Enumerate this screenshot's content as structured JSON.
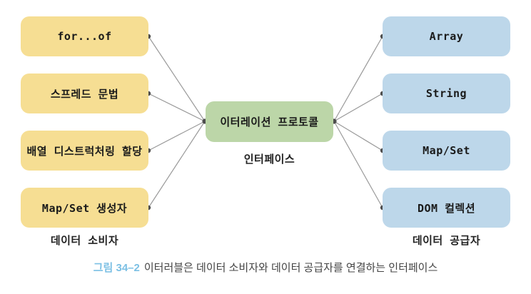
{
  "diagram": {
    "center_node": {
      "label": "이터레이션 프로토콜",
      "sublabel": "인터페이스"
    },
    "consumers": {
      "group_label": "데이터 소비자",
      "items": [
        {
          "label": "for...of"
        },
        {
          "label": "스프레드 문법"
        },
        {
          "label": "배열 디스트럭처링 할당"
        },
        {
          "label": "Map/Set 생성자"
        }
      ]
    },
    "providers": {
      "group_label": "데이터 공급자",
      "items": [
        {
          "label": "Array"
        },
        {
          "label": "String"
        },
        {
          "label": "Map/Set"
        },
        {
          "label": "DOM 컬렉션"
        }
      ]
    },
    "colors": {
      "consumer_box": "#f6de93",
      "provider_box": "#bdd7ea",
      "center_box": "#bcd6a8",
      "connector_line": "#999999",
      "connector_dot": "#4d4d4d",
      "caption_accent": "#7cc0e4",
      "caption_text": "#444444"
    }
  },
  "caption": {
    "figure_label": "그림 34–2",
    "text": "이터러블은 데이터 소비자와 데이터 공급자를 연결하는 인터페이스"
  }
}
